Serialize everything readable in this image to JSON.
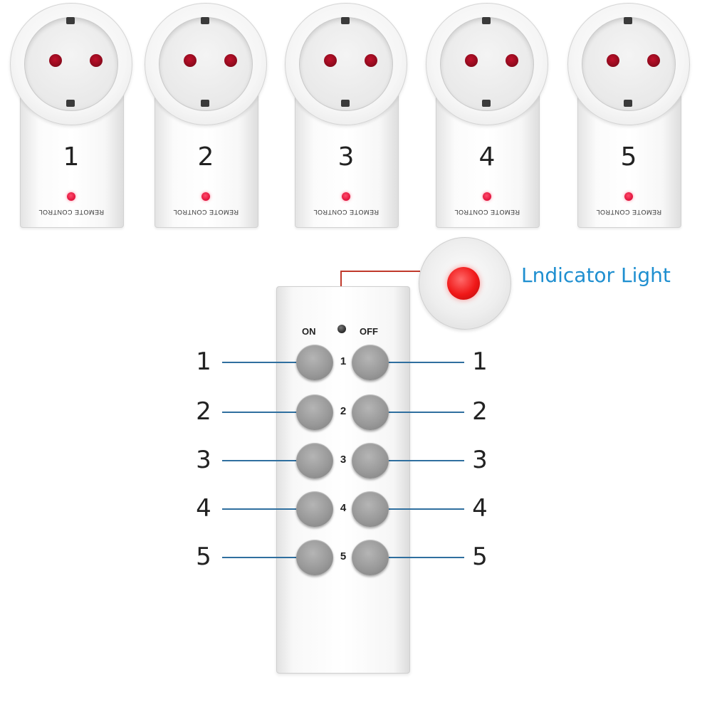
{
  "sockets": [
    {
      "number": "1",
      "label": "REMOTE CONTROL"
    },
    {
      "number": "2",
      "label": "REMOTE CONTROL"
    },
    {
      "number": "3",
      "label": "REMOTE CONTROL"
    },
    {
      "number": "4",
      "label": "REMOTE CONTROL"
    },
    {
      "number": "5",
      "label": "REMOTE CONTROL"
    }
  ],
  "remote": {
    "on_label": "ON",
    "off_label": "OFF",
    "rows": [
      {
        "number": "1",
        "left_callout": "1",
        "right_callout": "1"
      },
      {
        "number": "2",
        "left_callout": "2",
        "right_callout": "2"
      },
      {
        "number": "3",
        "left_callout": "3",
        "right_callout": "3"
      },
      {
        "number": "4",
        "left_callout": "4",
        "right_callout": "4"
      },
      {
        "number": "5",
        "left_callout": "5",
        "right_callout": "5"
      }
    ]
  },
  "indicator": {
    "label": "Lndicator  Light"
  },
  "colors": {
    "callout_line": "#2f6f9f",
    "indicator_text": "#1f8fd0",
    "indicator_led": "#f01818",
    "pin": "#8a0a1c"
  }
}
